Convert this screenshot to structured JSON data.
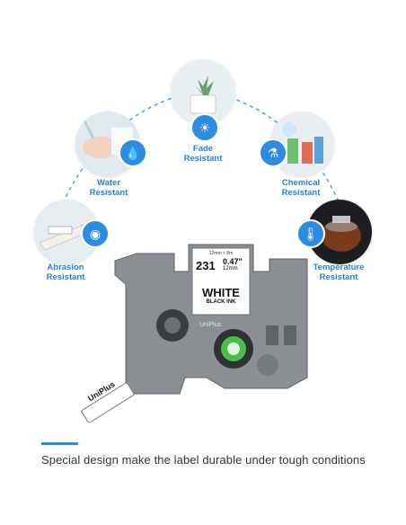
{
  "features": [
    {
      "key": "fade",
      "line1": "Fade",
      "line2": "Resistant",
      "icon": "sun-icon",
      "photo": "succulent-plant-photo"
    },
    {
      "key": "water",
      "line1": "Water",
      "line2": "Resistant",
      "icon": "water-drop-icon",
      "photo": "washing-hands-photo"
    },
    {
      "key": "chemical",
      "line1": "Chemical",
      "line2": "Resistant",
      "icon": "flask-icon",
      "photo": "chemical-bottles-photo"
    },
    {
      "key": "abrasion",
      "line1": "Abrasion",
      "line2": "Resistant",
      "icon": "tape-roll-icon",
      "photo": "label-peel-photo"
    },
    {
      "key": "temperature",
      "line1": "Temperature",
      "line2": "Resistant",
      "icon": "thermometer-icon",
      "photo": "teapot-photo"
    }
  ],
  "cassette": {
    "code": "231",
    "size_inch": "0.47\"",
    "size_mm": "12mm",
    "small_line": "12mm × 8m",
    "color_name": "WHITE",
    "ink": "BLACK INK",
    "brand": "UniPlus",
    "brand_tape": "UniPlus"
  },
  "caption": "Special design make the label durable under tough conditions",
  "colors": {
    "accent": "#2d8be0",
    "label": "#2c7fd4",
    "cassette": "#8a8e93"
  }
}
